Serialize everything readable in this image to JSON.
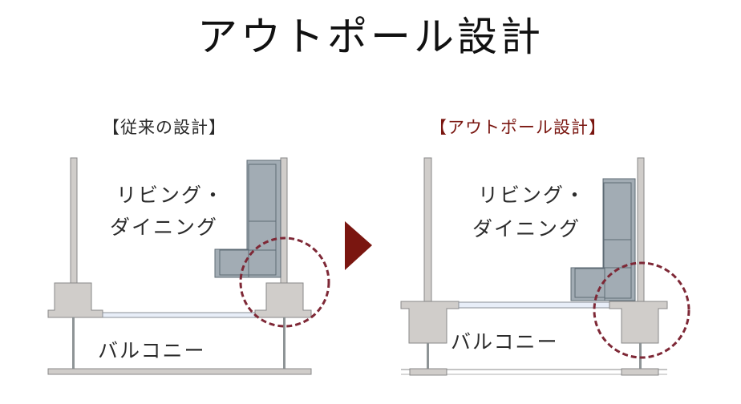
{
  "title": "アウトポール設計",
  "panels": {
    "conventional": {
      "heading": "【従来の設計】",
      "room_line1": "リビング・",
      "room_line2": "ダイニング",
      "balcony": "バルコニー"
    },
    "outpole": {
      "heading": "【アウトポール設計】",
      "room_line1": "リビング・",
      "room_line2": "ダイニング",
      "balcony": "バルコニー"
    }
  },
  "arrow": {
    "icon": "triangle-right-icon"
  },
  "colors": {
    "structure_fill": "#d0cdca",
    "structure_stroke": "#888888",
    "sofa_fill": "#a2acb4",
    "sofa_stroke": "#5e6b75",
    "window_fill": "#e8eef8",
    "accent": "#7a1610",
    "circle": "#7e2836"
  }
}
